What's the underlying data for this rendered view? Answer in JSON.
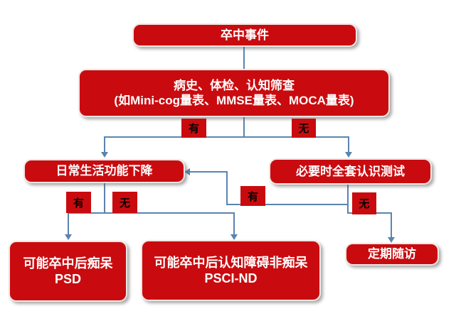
{
  "diagram": {
    "nodes": {
      "stroke_event": {
        "label": "卒中事件"
      },
      "screening": {
        "line1": "病史、体检、认知筛查",
        "line2": "(如Mini-cog量表、MMSE量表、MOCA量表)"
      },
      "adl_decline": {
        "label": "日常生活功能下降"
      },
      "full_test": {
        "label": "必要时全套认识测试"
      },
      "psd": {
        "line1": "可能卒中后痴呆",
        "line2": "PSD"
      },
      "psci_nd": {
        "line1": "可能卒中后认知障碍非痴呆",
        "line2": "PSCI-ND"
      },
      "follow_up": {
        "label": "定期随访"
      }
    },
    "edge_labels": {
      "screening_yes": "有",
      "screening_no": "无",
      "adl_yes": "有",
      "adl_no": "无",
      "full_test_yes": "有",
      "full_test_no": "无"
    },
    "colors": {
      "node_fill": "#C90B0F",
      "node_border": "#F0E7E3",
      "node_text": "#FFFFFF",
      "edge_label_text": "#000000",
      "connector": "#5B84AE",
      "background": "#FFFFFF"
    }
  }
}
